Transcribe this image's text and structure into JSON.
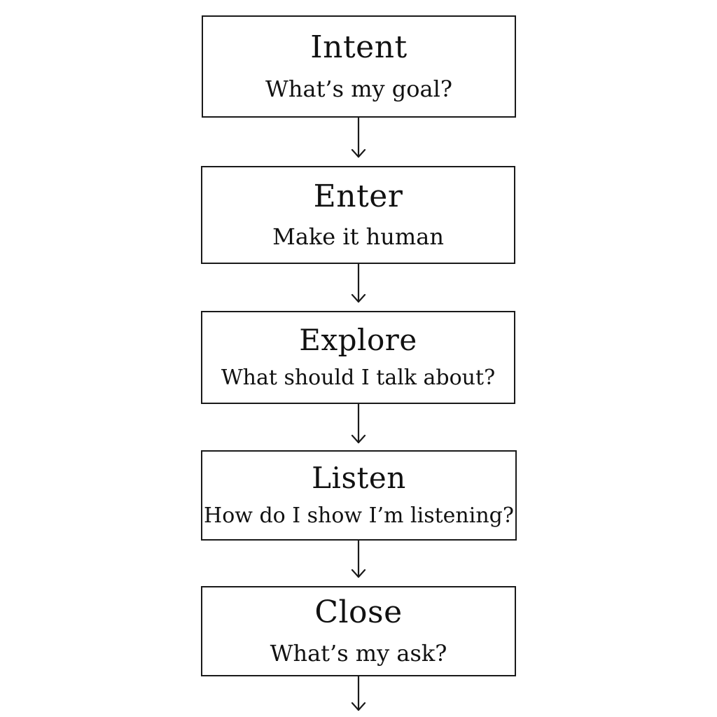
{
  "steps": [
    {
      "title": "Intent",
      "subtitle": "What’s my goal?"
    },
    {
      "title": "Enter",
      "subtitle": "Make it human"
    },
    {
      "title": "Explore",
      "subtitle": "What should I talk about?"
    },
    {
      "title": "Listen",
      "subtitle": "How do I show I’m listening?"
    },
    {
      "title": "Close",
      "subtitle": "What’s my ask?"
    }
  ],
  "arrows": [
    "down-arrow",
    "down-arrow",
    "down-arrow",
    "down-arrow",
    "down-arrow"
  ]
}
